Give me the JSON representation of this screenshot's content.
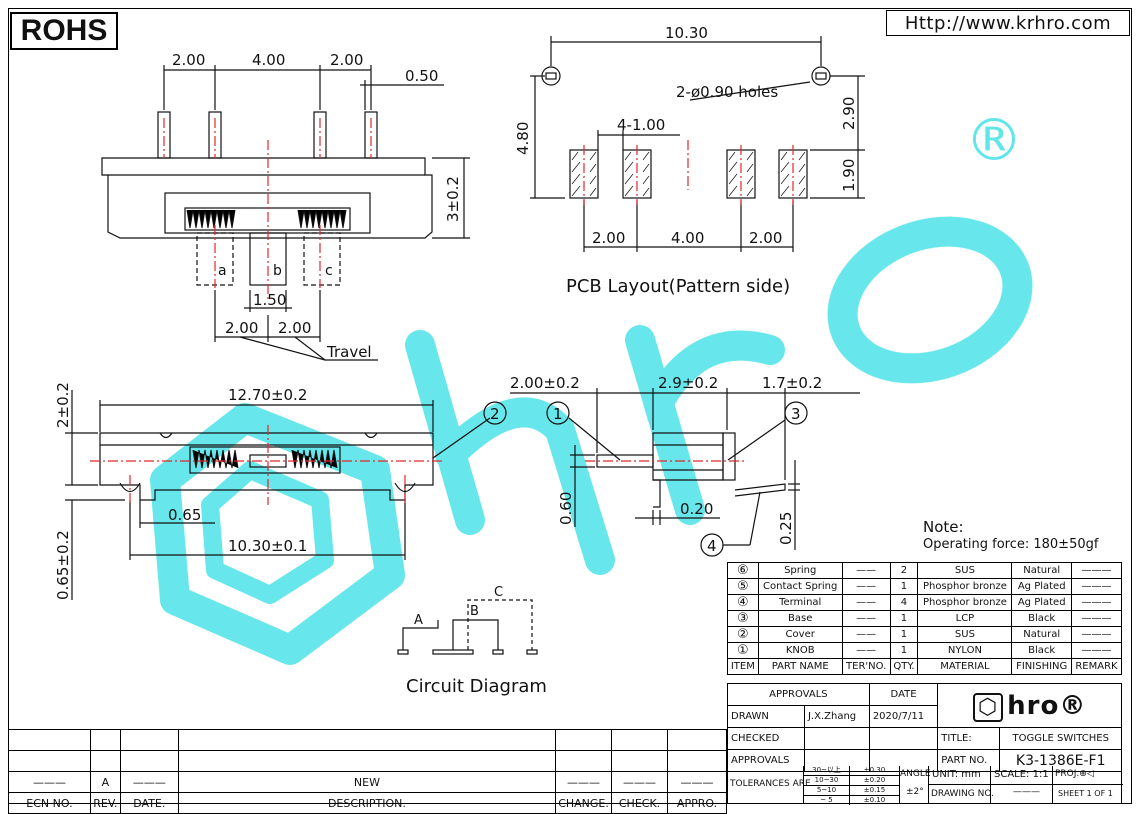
{
  "header": {
    "rohs": "ROHS",
    "url": "Http://www.krhro.com"
  },
  "dims_top": {
    "d1": "2.00",
    "d2": "4.00",
    "d3": "2.00",
    "d4": "0.50",
    "height": "3±0.2",
    "pos_a": "a",
    "pos_b": "b",
    "pos_c": "c",
    "slot": "1.50",
    "travel_l": "2.00",
    "travel_r": "2.00",
    "travel": "Travel"
  },
  "pcb": {
    "width": "10.30",
    "holes": "2-ø0.90 holes",
    "pitch": "4-1.00",
    "h_total": "4.80",
    "h_upper": "2.90",
    "h_pad": "1.90",
    "p1": "2.00",
    "p2": "4.00",
    "p3": "2.00",
    "caption": "PCB Layout(Pattern side)"
  },
  "front": {
    "h": "2±0.2",
    "w": "12.70±0.2",
    "foot": "0.65",
    "pitch": "10.30±0.1",
    "h2": "0.65±0.2",
    "callout": "2"
  },
  "side": {
    "d1": "2.00±0.2",
    "d2": "2.9±0.2",
    "d3": "1.7±0.2",
    "c1": "1",
    "c3": "3",
    "c4": "4",
    "h": "0.60",
    "w": "0.20",
    "t": "0.25"
  },
  "note": {
    "title": "Note:",
    "text": "Operating force: 180±50gf"
  },
  "circuit": {
    "a": "A",
    "b": "B",
    "c": "C",
    "caption": "Circuit Diagram"
  },
  "watermark": {
    "text": "hro",
    "mark": "®"
  },
  "bom": {
    "rows": [
      {
        "no": "⑥",
        "name": "Spring",
        "ter": "——",
        "qty": "2",
        "mat": "SUS",
        "fin": "Natural",
        "rem": "———"
      },
      {
        "no": "⑤",
        "name": "Contact Spring",
        "ter": "——",
        "qty": "1",
        "mat": "Phosphor bronze",
        "fin": "Ag Plated",
        "rem": "———"
      },
      {
        "no": "④",
        "name": "Terminal",
        "ter": "——",
        "qty": "4",
        "mat": "Phosphor bronze",
        "fin": "Ag Plated",
        "rem": "———"
      },
      {
        "no": "③",
        "name": "Base",
        "ter": "——",
        "qty": "1",
        "mat": "LCP",
        "fin": "Black",
        "rem": "———"
      },
      {
        "no": "②",
        "name": "Cover",
        "ter": "——",
        "qty": "1",
        "mat": "SUS",
        "fin": "Natural",
        "rem": "———"
      },
      {
        "no": "①",
        "name": "KNOB",
        "ter": "——",
        "qty": "1",
        "mat": "NYLON",
        "fin": "Black",
        "rem": "———"
      }
    ],
    "headers": [
      "ITEM",
      "PART NAME",
      "TER'NO.",
      "QTY.",
      "MATERIAL",
      "FINISHING",
      "REMARK"
    ]
  },
  "title_block": {
    "approvals": "APPROVALS",
    "date": "DATE",
    "drawn": "DRAWN",
    "drawn_by": "J.X.Zhang",
    "drawn_date": "2020/7/11",
    "checked": "CHECKED",
    "approvals2": "APPROVALS",
    "title_label": "TITLE:",
    "title": "TOGGLE SWITCHES",
    "part_label": "PART NO.",
    "part": "K3-1386E-F1",
    "tol_label": "TOLERANCES ARE",
    "tol_rows": [
      [
        "30~以上",
        "±0.30"
      ],
      [
        "10~30",
        "±0.20"
      ],
      [
        "5~10",
        "±0.15"
      ],
      [
        "~ 5",
        "±0.10"
      ]
    ],
    "angle_label": "ANGLE",
    "angle": "±2°",
    "unit": "UNIT: mm",
    "scale": "SCALE:  1:1",
    "proj": "PROJ.",
    "drawing_no": "DRAWING NO.",
    "drawing_no_val": "———",
    "sheet": "SHEET  1 OF 1",
    "logo": "hro"
  },
  "revision": {
    "row_vals": [
      "———",
      "A",
      "———",
      "NEW",
      "———",
      "———",
      "———"
    ],
    "headers": [
      "ECN NO.",
      "REV.",
      "DATE.",
      "DESCRIPTION.",
      "CHANGE.",
      "CHECK.",
      "APPRO."
    ]
  },
  "colors": {
    "watermark": "#5fe6ea",
    "centerline": "#e0282a",
    "ink": "#111111"
  }
}
